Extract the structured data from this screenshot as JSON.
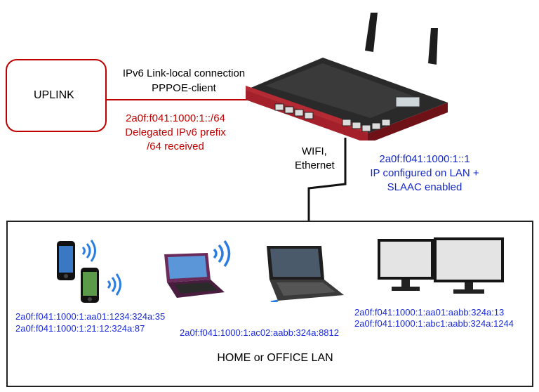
{
  "uplink": {
    "label": "UPLINK"
  },
  "connection": {
    "line1": "IPv6 Link-local connection",
    "line2": "PPPOE-client"
  },
  "prefix": {
    "line1": "2a0f:f041:1000:1::/64",
    "line2": "Delegated IPv6 prefix",
    "line3": "/64 received"
  },
  "lan_link": {
    "line1": "WIFI,",
    "line2": "Ethernet"
  },
  "router_ip": {
    "line1": "2a0f:f041:1000:1::1",
    "line2": "IP configured on LAN +",
    "line3": "SLAAC enabled"
  },
  "phones": {
    "addr1": "2a0f:f041:1000:1:aa01:1234:324a:35",
    "addr2": "2a0f:f041:1000:1:21:12:324a:87"
  },
  "laptop": {
    "addr": "2a0f:f041:1000:1:ac02:aabb:324a:8812"
  },
  "desktops": {
    "addr1": "2a0f:f041:1000:1:aa01:aabb:324a:13",
    "addr2": "2a0f:f041:1000:1:abc1:aabb:324a:1244"
  },
  "lan": {
    "label": "HOME or OFFICE LAN"
  },
  "colors": {
    "red": "#c00000",
    "blue": "#1428c8",
    "router": "#a4202a"
  },
  "icons": [
    "router-icon",
    "smartphone-icon",
    "netbook-icon",
    "laptop-icon",
    "monitor-icon",
    "wifi-signal-icon"
  ]
}
